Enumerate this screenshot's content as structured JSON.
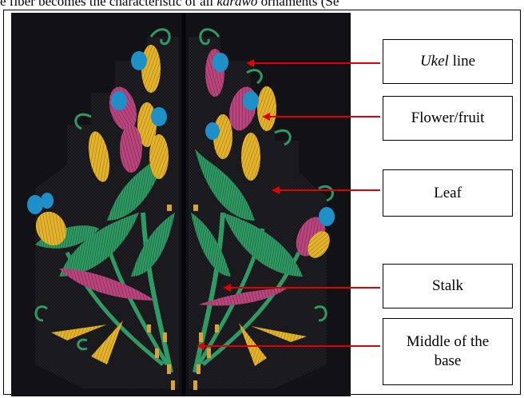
{
  "caption_fragment": {
    "before": "e fiber becomes the characteristic of all ",
    "italic": "karawo",
    "after": " ornaments (Se"
  },
  "labels": {
    "ukel": {
      "italic": "Ukel",
      "rest": " line"
    },
    "flower": "Flower/fruit",
    "leaf": "Leaf",
    "stalk": "Stalk",
    "middle": "Middle of the base"
  },
  "colors": {
    "arrow": "#e00000",
    "background_fabric": "#101013",
    "yellow": "#e3b32b",
    "magenta": "#b8457c",
    "blue": "#1f8fc8",
    "green": "#2f9a63",
    "gold_dots": "#d9a23a"
  }
}
